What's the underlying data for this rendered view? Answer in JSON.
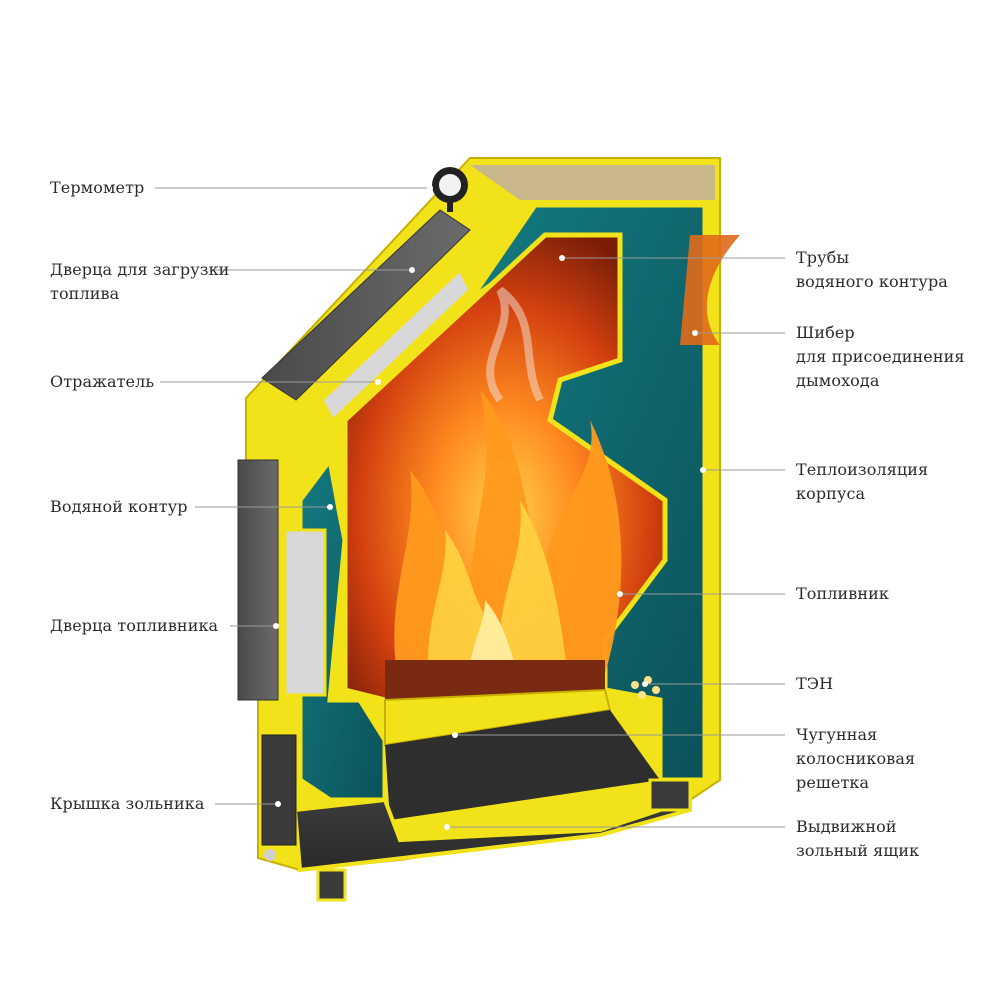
{
  "labels_left": [
    {
      "id": "thermometer",
      "text": "Термометр"
    },
    {
      "id": "load-door",
      "text": "Дверца для загрузки\nтоплива"
    },
    {
      "id": "reflector",
      "text": "Отражатель"
    },
    {
      "id": "water-circuit",
      "text": "Водяной контур"
    },
    {
      "id": "firebox-door",
      "text": "Дверца топливника"
    },
    {
      "id": "ash-cover",
      "text": "Крышка зольника"
    }
  ],
  "labels_right": [
    {
      "id": "water-pipes",
      "text": "Трубы\nводяного контура"
    },
    {
      "id": "damper",
      "text": "Шибер\nдля присоединения\nдымохода"
    },
    {
      "id": "insulation",
      "text": "Теплоизоляция\nкорпуса"
    },
    {
      "id": "firebox",
      "text": "Топливник"
    },
    {
      "id": "heater",
      "text": "ТЭН"
    },
    {
      "id": "grate",
      "text": "Чугунная\nколосниковая\nрешетка"
    },
    {
      "id": "ash-drawer",
      "text": "Выдвижной\nзольный ящик"
    }
  ],
  "colors": {
    "body_yellow": "#f2e21a",
    "yellow_dark": "#c9b000",
    "water_teal": "#0f6f78",
    "fire_orange": "#e8501a",
    "fire_yellow": "#ffb020",
    "steel_gray": "#555555",
    "insulation_gray": "#d8d8d8",
    "leader_gray": "#9a9a9a"
  }
}
